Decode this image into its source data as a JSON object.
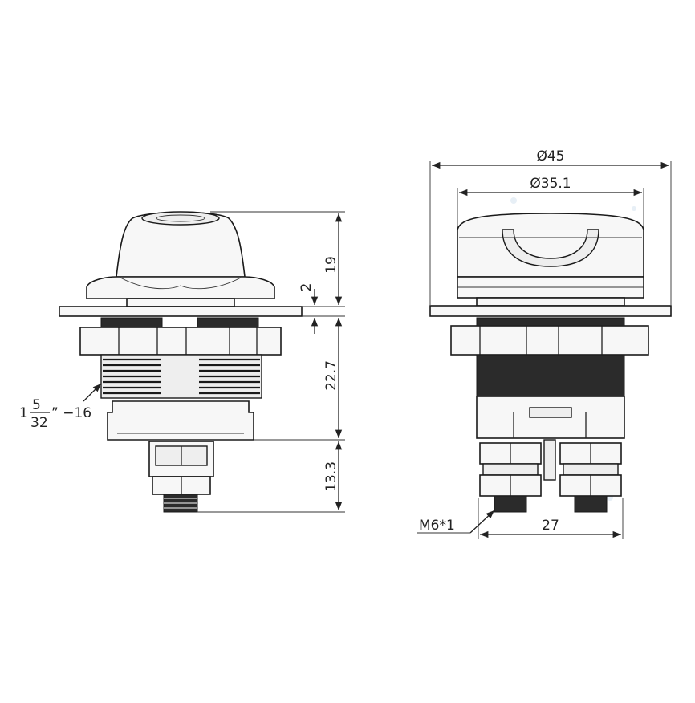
{
  "left_view": {
    "thread_spec": {
      "whole": "1",
      "numerator": "5",
      "denominator": "32",
      "suffix": "” −16"
    },
    "dims": {
      "height_cap": "19",
      "flange_gap": "2",
      "body_height": "22.7",
      "terminal_height": "13.3"
    }
  },
  "right_view": {
    "dims": {
      "outer_diameter": "Ø45",
      "inner_diameter": "Ø35.1",
      "terminal_spacing": "27",
      "stud_spec": "M6*1"
    }
  }
}
